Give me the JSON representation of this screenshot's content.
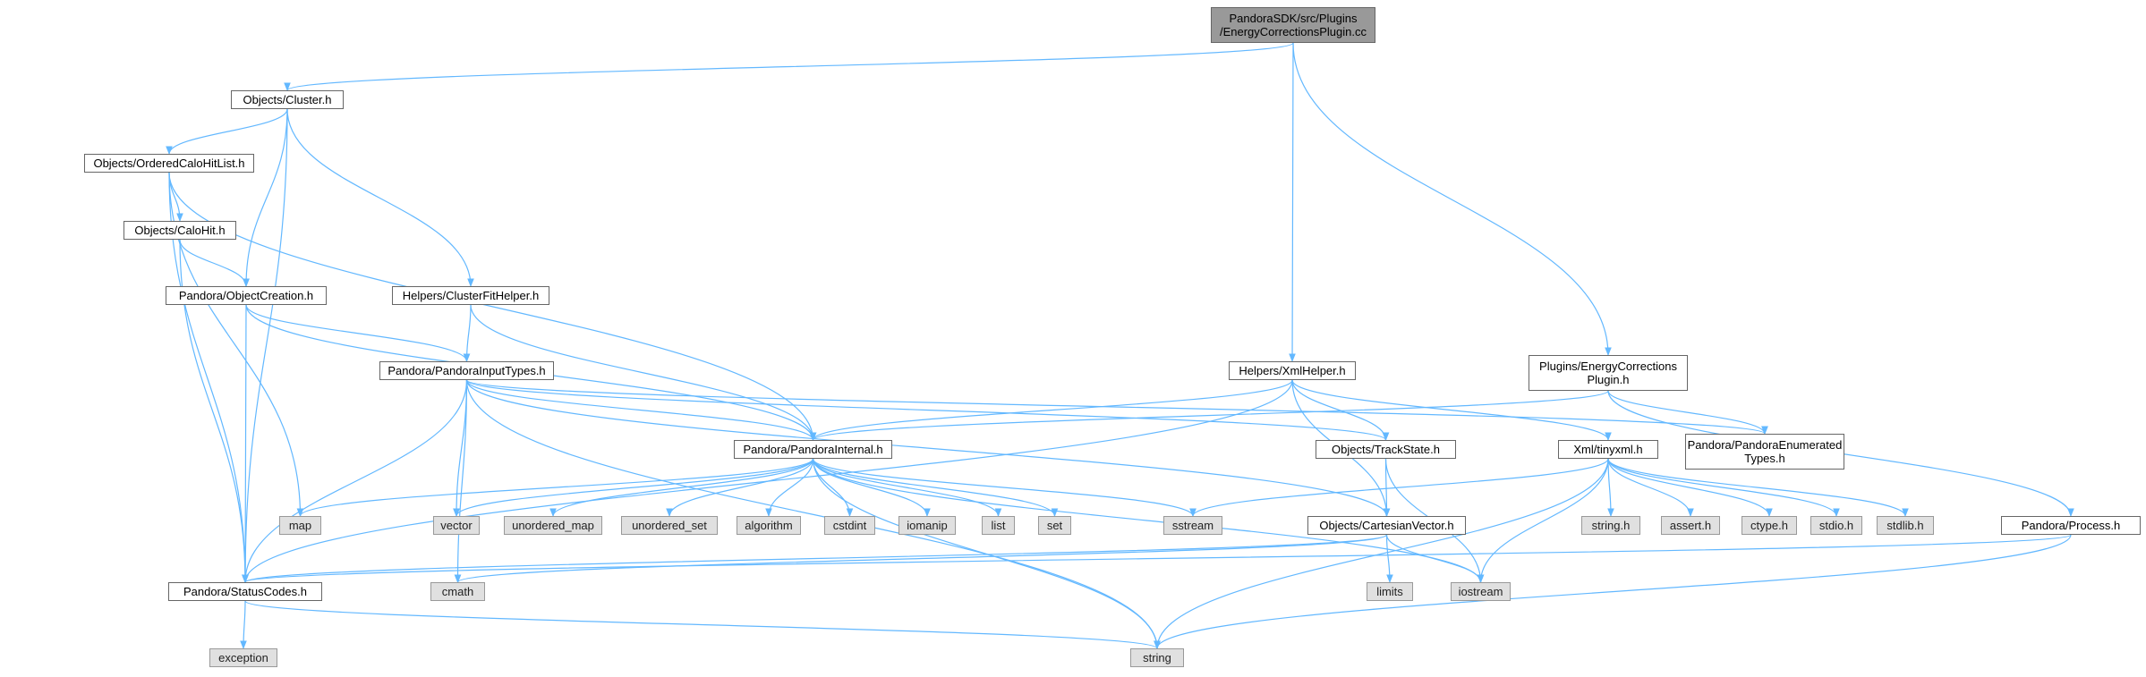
{
  "graph": {
    "edge_color": "#63b8ff",
    "nodes": [
      {
        "id": "root",
        "label": "PandoraSDK/src/Plugins\n/EnergyCorrectionsPlugin.cc",
        "kind": "root"
      },
      {
        "id": "cluster",
        "label": "Objects/Cluster.h",
        "kind": "file"
      },
      {
        "id": "ochl",
        "label": "Objects/OrderedCaloHitList.h",
        "kind": "file"
      },
      {
        "id": "calohit",
        "label": "Objects/CaloHit.h",
        "kind": "file"
      },
      {
        "id": "objcreation",
        "label": "Pandora/ObjectCreation.h",
        "kind": "file"
      },
      {
        "id": "cfhelper",
        "label": "Helpers/ClusterFitHelper.h",
        "kind": "file"
      },
      {
        "id": "inputtypes",
        "label": "Pandora/PandoraInputTypes.h",
        "kind": "file"
      },
      {
        "id": "xmlhelper",
        "label": "Helpers/XmlHelper.h",
        "kind": "file"
      },
      {
        "id": "ecplugin",
        "label": "Plugins/EnergyCorrections\nPlugin.h",
        "kind": "file"
      },
      {
        "id": "internal",
        "label": "Pandora/PandoraInternal.h",
        "kind": "file"
      },
      {
        "id": "trackstate",
        "label": "Objects/TrackState.h",
        "kind": "file"
      },
      {
        "id": "tinyxml",
        "label": "Xml/tinyxml.h",
        "kind": "file"
      },
      {
        "id": "enumtypes",
        "label": "Pandora/PandoraEnumerated\nTypes.h",
        "kind": "file"
      },
      {
        "id": "map",
        "label": "map",
        "kind": "ext"
      },
      {
        "id": "vector",
        "label": "vector",
        "kind": "ext"
      },
      {
        "id": "umap",
        "label": "unordered_map",
        "kind": "ext"
      },
      {
        "id": "uset",
        "label": "unordered_set",
        "kind": "ext"
      },
      {
        "id": "algorithm",
        "label": "algorithm",
        "kind": "ext"
      },
      {
        "id": "cstdint",
        "label": "cstdint",
        "kind": "ext"
      },
      {
        "id": "iomanip",
        "label": "iomanip",
        "kind": "ext"
      },
      {
        "id": "list",
        "label": "list",
        "kind": "ext"
      },
      {
        "id": "set",
        "label": "set",
        "kind": "ext"
      },
      {
        "id": "sstream",
        "label": "sstream",
        "kind": "ext"
      },
      {
        "id": "cartvec",
        "label": "Objects/CartesianVector.h",
        "kind": "file"
      },
      {
        "id": "stringh",
        "label": "string.h",
        "kind": "ext"
      },
      {
        "id": "asserth",
        "label": "assert.h",
        "kind": "ext"
      },
      {
        "id": "ctypeh",
        "label": "ctype.h",
        "kind": "ext"
      },
      {
        "id": "stdioh",
        "label": "stdio.h",
        "kind": "ext"
      },
      {
        "id": "stdlibh",
        "label": "stdlib.h",
        "kind": "ext"
      },
      {
        "id": "process",
        "label": "Pandora/Process.h",
        "kind": "file"
      },
      {
        "id": "statuscodes",
        "label": "Pandora/StatusCodes.h",
        "kind": "file"
      },
      {
        "id": "cmath",
        "label": "cmath",
        "kind": "ext"
      },
      {
        "id": "limits",
        "label": "limits",
        "kind": "ext"
      },
      {
        "id": "iostream",
        "label": "iostream",
        "kind": "ext"
      },
      {
        "id": "exception",
        "label": "exception",
        "kind": "ext"
      },
      {
        "id": "string",
        "label": "string",
        "kind": "ext"
      }
    ],
    "edges": [
      [
        "root",
        "cluster"
      ],
      [
        "root",
        "xmlhelper"
      ],
      [
        "root",
        "ecplugin"
      ],
      [
        "cluster",
        "ochl"
      ],
      [
        "cluster",
        "objcreation"
      ],
      [
        "cluster",
        "cfhelper"
      ],
      [
        "cluster",
        "statuscodes"
      ],
      [
        "ochl",
        "calohit"
      ],
      [
        "ochl",
        "internal"
      ],
      [
        "ochl",
        "map"
      ],
      [
        "ochl",
        "statuscodes"
      ],
      [
        "calohit",
        "objcreation"
      ],
      [
        "calohit",
        "statuscodes"
      ],
      [
        "objcreation",
        "inputtypes"
      ],
      [
        "objcreation",
        "internal"
      ],
      [
        "objcreation",
        "statuscodes"
      ],
      [
        "cfhelper",
        "inputtypes"
      ],
      [
        "cfhelper",
        "internal"
      ],
      [
        "inputtypes",
        "internal"
      ],
      [
        "inputtypes",
        "trackstate"
      ],
      [
        "inputtypes",
        "cartvec"
      ],
      [
        "inputtypes",
        "enumtypes"
      ],
      [
        "inputtypes",
        "statuscodes"
      ],
      [
        "inputtypes",
        "vector"
      ],
      [
        "inputtypes",
        "cmath"
      ],
      [
        "inputtypes",
        "string"
      ],
      [
        "xmlhelper",
        "internal"
      ],
      [
        "xmlhelper",
        "trackstate"
      ],
      [
        "xmlhelper",
        "cartvec"
      ],
      [
        "xmlhelper",
        "tinyxml"
      ],
      [
        "xmlhelper",
        "statuscodes"
      ],
      [
        "ecplugin",
        "internal"
      ],
      [
        "ecplugin",
        "enumtypes"
      ],
      [
        "ecplugin",
        "process"
      ],
      [
        "internal",
        "map"
      ],
      [
        "internal",
        "vector"
      ],
      [
        "internal",
        "umap"
      ],
      [
        "internal",
        "uset"
      ],
      [
        "internal",
        "algorithm"
      ],
      [
        "internal",
        "cstdint"
      ],
      [
        "internal",
        "iomanip"
      ],
      [
        "internal",
        "list"
      ],
      [
        "internal",
        "set"
      ],
      [
        "internal",
        "sstream"
      ],
      [
        "internal",
        "iostream"
      ],
      [
        "internal",
        "string"
      ],
      [
        "trackstate",
        "cartvec"
      ],
      [
        "trackstate",
        "iostream"
      ],
      [
        "cartvec",
        "statuscodes"
      ],
      [
        "cartvec",
        "cmath"
      ],
      [
        "cartvec",
        "limits"
      ],
      [
        "cartvec",
        "iostream"
      ],
      [
        "tinyxml",
        "sstream"
      ],
      [
        "tinyxml",
        "iostream"
      ],
      [
        "tinyxml",
        "stringh"
      ],
      [
        "tinyxml",
        "asserth"
      ],
      [
        "tinyxml",
        "ctypeh"
      ],
      [
        "tinyxml",
        "stdioh"
      ],
      [
        "tinyxml",
        "stdlibh"
      ],
      [
        "tinyxml",
        "string"
      ],
      [
        "process",
        "statuscodes"
      ],
      [
        "process",
        "string"
      ],
      [
        "statuscodes",
        "exception"
      ],
      [
        "statuscodes",
        "string"
      ]
    ]
  }
}
